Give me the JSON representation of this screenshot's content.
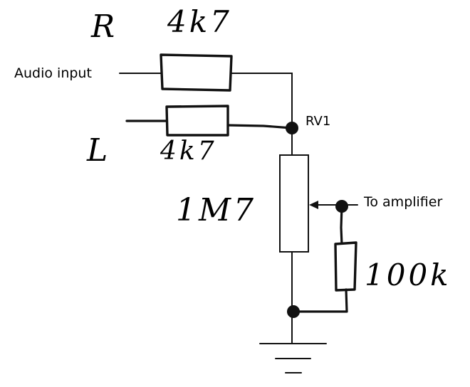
{
  "labels": {
    "audio_input": "Audio input",
    "rv1": "RV1",
    "to_amplifier": "To amplifier",
    "channel_r": "R",
    "channel_l": "L",
    "r_value": "4k7",
    "l_value": "4k7",
    "pot_value": "1M7",
    "shunt_value": "100k"
  }
}
